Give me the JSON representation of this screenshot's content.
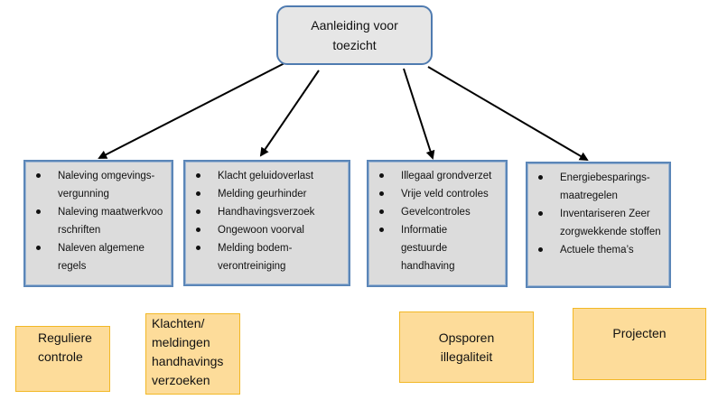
{
  "root": {
    "line1": "Aanleiding voor",
    "line2": "toezicht"
  },
  "categories": [
    {
      "items": [
        "Naleving omgevings-vergunning",
        "Naleving maatwerkvoorschriften",
        "Naleven algemene regels"
      ]
    },
    {
      "items": [
        "Klacht geluidoverlast",
        "Melding geurhinder",
        "Handhavingsverzoek",
        "Ongewoon voorval",
        "Melding bodem-verontreiniging"
      ]
    },
    {
      "items": [
        "Illegaal grondverzet",
        "Vrije veld controles",
        "Gevelcontroles",
        "Informatie gestuurde handhaving"
      ]
    },
    {
      "items": [
        "Energiebesparings-maatregelen",
        "Inventariseren Zeer zorgwekkende stoffen",
        "Actuele thema’s"
      ]
    }
  ],
  "labels": [
    {
      "text": [
        "Reguliere",
        "controle"
      ]
    },
    {
      "text": [
        "Klachten/",
        "meldingen",
        "handhavings",
        "verzoeken"
      ]
    },
    {
      "text": [
        "Opsporen",
        "illegaliteit"
      ]
    },
    {
      "text": [
        "Projecten"
      ]
    }
  ],
  "colors": {
    "root_fill": "#e6e6e6",
    "box_border": "#4f7bb0",
    "category_fill": "#dcdcdc",
    "label_fill": "#fddc9a",
    "label_border": "#f2b826",
    "arrow": "#000000"
  }
}
